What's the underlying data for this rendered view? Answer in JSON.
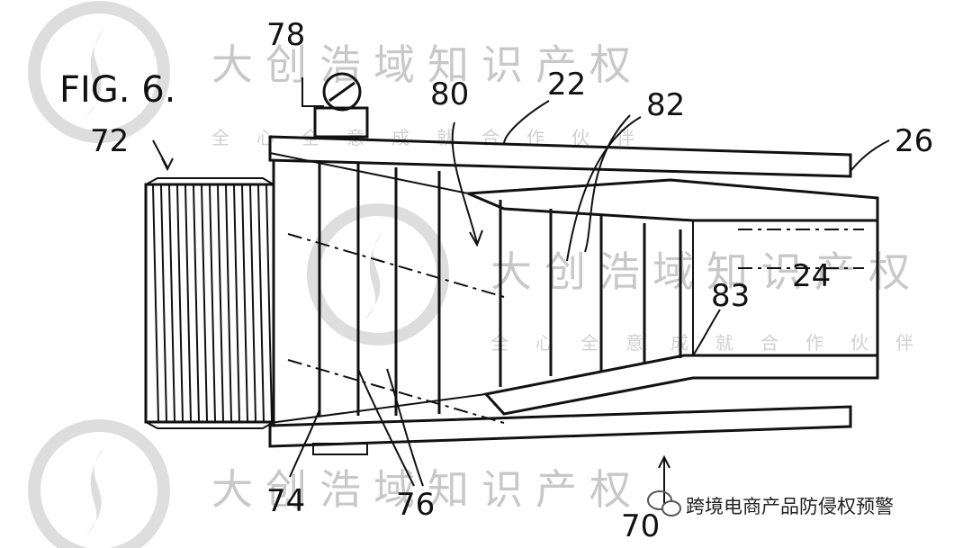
{
  "figure": {
    "title": "FIG. 6.",
    "labels": {
      "l78": "78",
      "l80": "80",
      "l22": "22",
      "l82": "82",
      "l26": "26",
      "l72": "72",
      "l24": "24",
      "l83": "83",
      "l74": "74",
      "l76": "76",
      "l70": "70"
    }
  },
  "watermark": {
    "company": "大创浩域知识产权",
    "slogan": "全心全意成就合作伙伴"
  },
  "source_badge": {
    "text": "跨境电商产品防侵权预警",
    "icon": "wechat-icon"
  },
  "colors": {
    "line": "#111111",
    "watermark": "#c8c8c8",
    "background": "#ffffff"
  }
}
